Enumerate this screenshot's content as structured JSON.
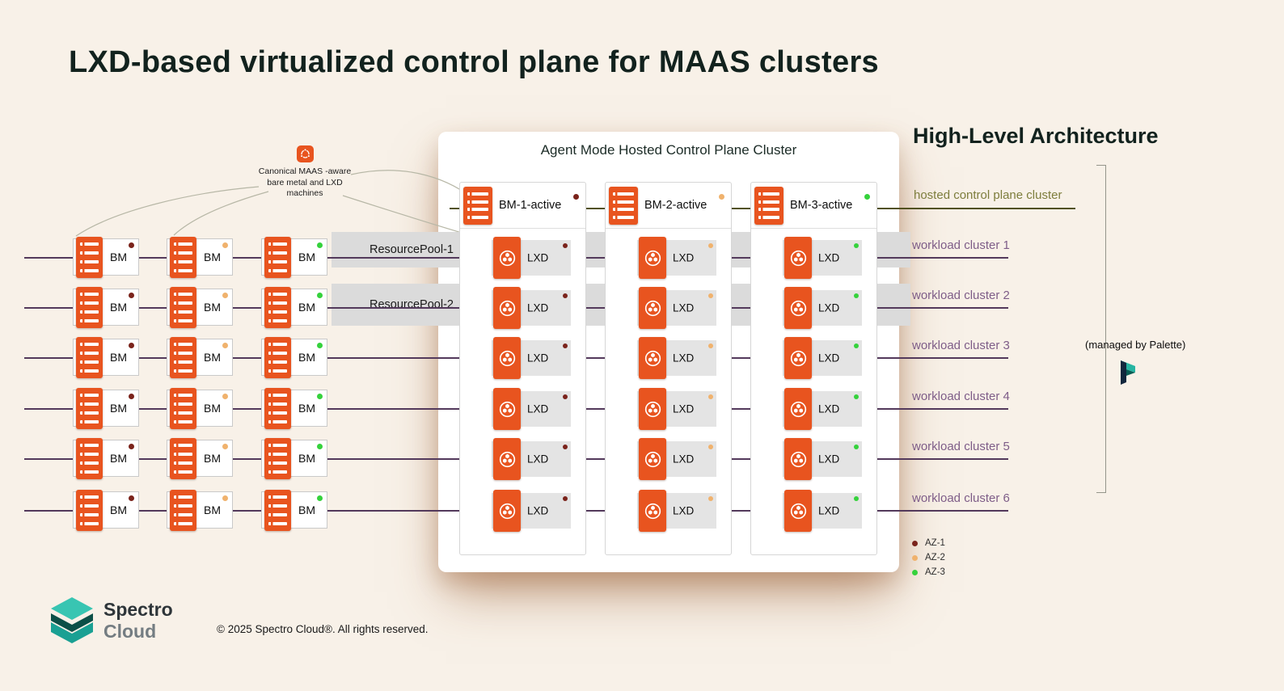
{
  "page": {
    "title": "LXD-based virtualized control plane for MAAS clusters",
    "heading_right": "High-Level Architecture"
  },
  "annotation": {
    "lines": [
      "Canonical MAAS -aware",
      "bare metal and LXD",
      "machines"
    ]
  },
  "panel": {
    "title": "Agent Mode Hosted Control Plane Cluster",
    "lxd_label": "LXD",
    "rows_per_column": 6,
    "columns": [
      {
        "label": "BM-1-active",
        "az": "AZ-1"
      },
      {
        "label": "BM-2-active",
        "az": "AZ-2"
      },
      {
        "label": "BM-3-active",
        "az": "AZ-3"
      }
    ]
  },
  "bare_metal_grid": {
    "label": "BM",
    "rows": 6,
    "columns": [
      {
        "az": "AZ-1"
      },
      {
        "az": "AZ-2"
      },
      {
        "az": "AZ-3"
      }
    ]
  },
  "resource_pools": [
    {
      "label": "ResourcePool-1"
    },
    {
      "label": "ResourcePool-2"
    }
  ],
  "network_lines": {
    "hosted_label": "hosted control plane cluster",
    "workload_labels": [
      "workload cluster 1",
      "workload cluster 2",
      "workload cluster 3",
      "workload cluster 4",
      "workload cluster 5",
      "workload cluster 6"
    ]
  },
  "managed_by": "(managed by Palette)",
  "legend": {
    "items": [
      {
        "label": "AZ-1",
        "color": "#7a231b"
      },
      {
        "label": "AZ-2",
        "color": "#f0b26d"
      },
      {
        "label": "AZ-3",
        "color": "#35d23c"
      }
    ]
  },
  "footer": {
    "brand_line1": "Spectro",
    "brand_line2": "Cloud",
    "copyright": "© 2025 Spectro Cloud®. All rights reserved."
  },
  "colors": {
    "ubuntu_orange": "#E8541F",
    "purple_line": "#53395b",
    "olive_line": "#51511f",
    "workload_label": "#7e5d88",
    "hosted_label": "#7d7d3c",
    "background": "#F8F1E8"
  }
}
